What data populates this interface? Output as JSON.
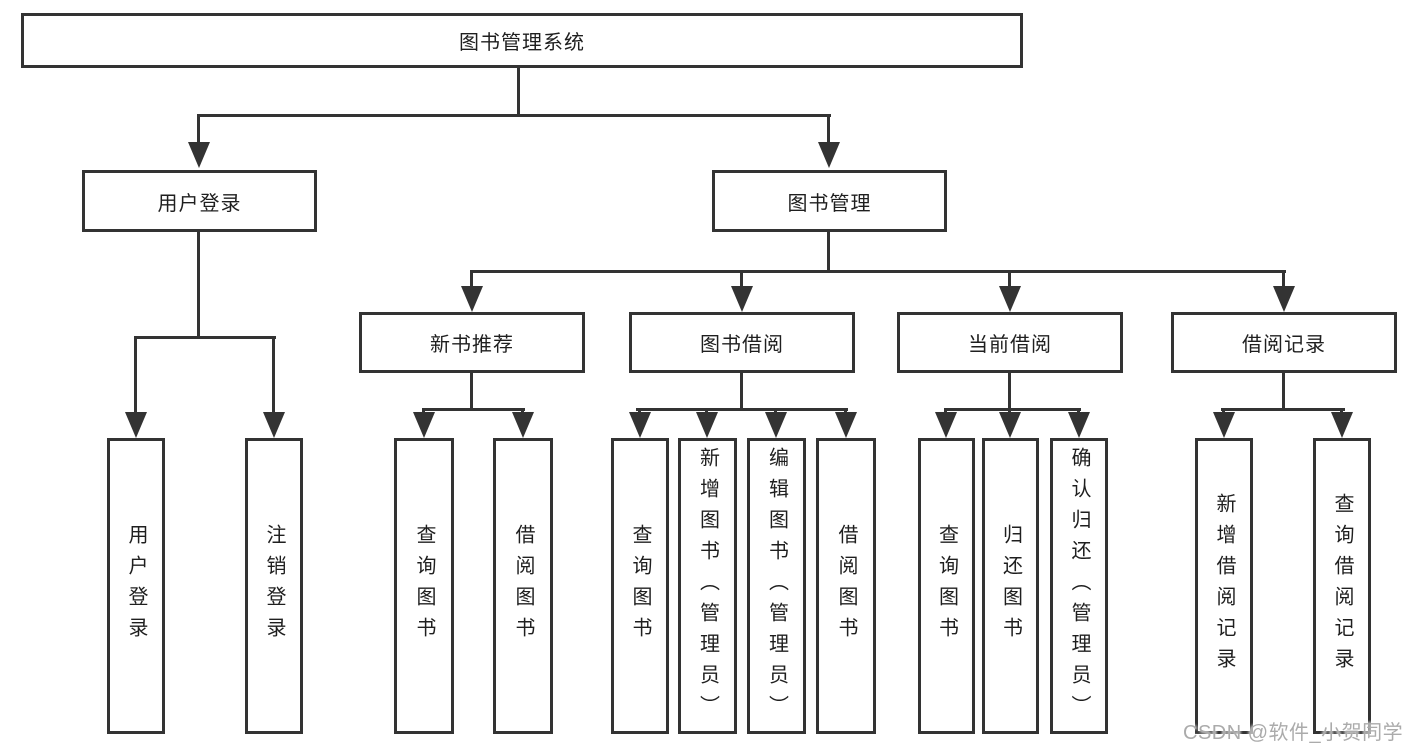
{
  "colors": {
    "line": "#333333",
    "box_border": "#333333",
    "box_fill": "#ffffff",
    "text": "#1f1f1f",
    "watermark": "#ababab",
    "background": "#ffffff"
  },
  "tree": {
    "root": {
      "label": "图书管理系统",
      "children": [
        {
          "label": "用户登录",
          "children": [
            {
              "label": "用户登录"
            },
            {
              "label": "注销登录"
            }
          ]
        },
        {
          "label": "图书管理",
          "children": [
            {
              "label": "新书推荐",
              "children": [
                {
                  "label": "查询图书"
                },
                {
                  "label": "借阅图书"
                }
              ]
            },
            {
              "label": "图书借阅",
              "children": [
                {
                  "label": "查询图书"
                },
                {
                  "label": "新增图书（管理员）"
                },
                {
                  "label": "编辑图书（管理员）"
                },
                {
                  "label": "借阅图书"
                }
              ]
            },
            {
              "label": "当前借阅",
              "children": [
                {
                  "label": "查询图书"
                },
                {
                  "label": "归还图书"
                },
                {
                  "label": "确认归还（管理员）"
                }
              ]
            },
            {
              "label": "借阅记录",
              "children": [
                {
                  "label": "新增借阅记录"
                },
                {
                  "label": "查询借阅记录"
                }
              ]
            }
          ]
        }
      ]
    }
  },
  "watermark": {
    "text": "CSDN @软件_小贺同学"
  }
}
